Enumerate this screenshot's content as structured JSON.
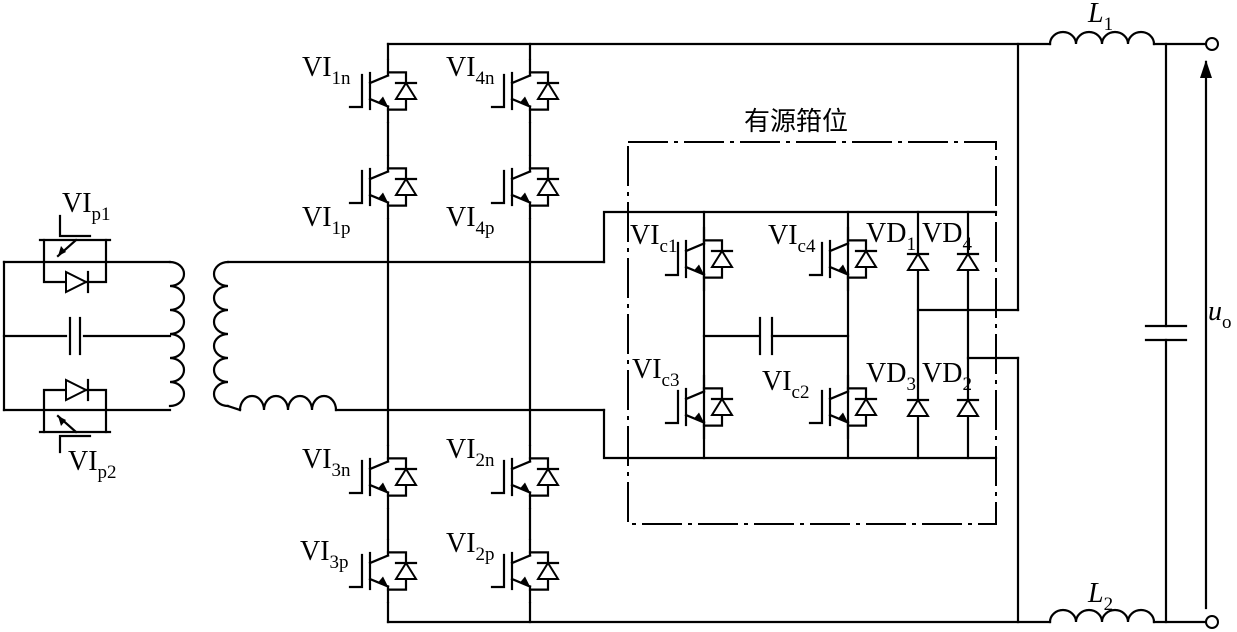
{
  "clamp_title": "有源箝位",
  "labels": {
    "vip1": {
      "main": "VI",
      "sub": "p1"
    },
    "vip2": {
      "main": "VI",
      "sub": "p2"
    },
    "vi1n": {
      "main": "VI",
      "sub": "1n"
    },
    "vi1p": {
      "main": "VI",
      "sub": "1p"
    },
    "vi4n": {
      "main": "VI",
      "sub": "4n"
    },
    "vi4p": {
      "main": "VI",
      "sub": "4p"
    },
    "vi3n": {
      "main": "VI",
      "sub": "3n"
    },
    "vi3p": {
      "main": "VI",
      "sub": "3p"
    },
    "vi2n": {
      "main": "VI",
      "sub": "2n"
    },
    "vi2p": {
      "main": "VI",
      "sub": "2p"
    },
    "vic1": {
      "main": "VI",
      "sub": "c1"
    },
    "vic4": {
      "main": "VI",
      "sub": "c4"
    },
    "vic3": {
      "main": "VI",
      "sub": "c3"
    },
    "vic2": {
      "main": "VI",
      "sub": "c2"
    },
    "vd1": {
      "main": "VD",
      "sub": "1"
    },
    "vd4": {
      "main": "VD",
      "sub": "4"
    },
    "vd3": {
      "main": "VD",
      "sub": "3"
    },
    "vd2": {
      "main": "VD",
      "sub": "2"
    },
    "l1": {
      "main": "L",
      "sub": "1"
    },
    "l2": {
      "main": "L",
      "sub": "2"
    },
    "uo": {
      "main": "u",
      "sub": "o"
    }
  }
}
